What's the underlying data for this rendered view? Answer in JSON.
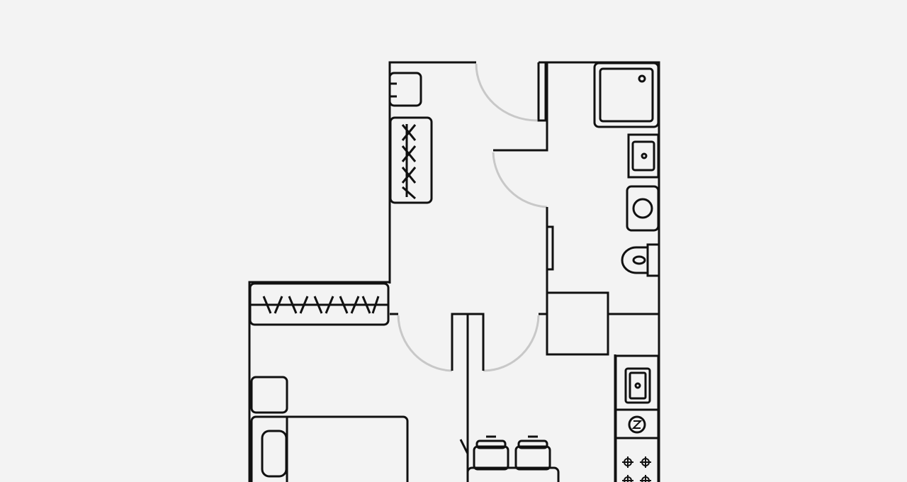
{
  "plan": {
    "colors": {
      "background": "#f3f3f3",
      "wall": "#111111",
      "door_swing": "#c8c8c8"
    },
    "rooms": [
      "hallway",
      "bathroom",
      "bedroom",
      "kitchen"
    ],
    "fixtures": {
      "hallway": [
        "stool",
        "wardrobe"
      ],
      "bathroom": [
        "shower-tray",
        "washbasin",
        "washing-machine",
        "toilet"
      ],
      "bedroom": [
        "wardrobe",
        "nightstand",
        "double-bed"
      ],
      "kitchen": [
        "sink",
        "fridge",
        "stove",
        "dining-table",
        "chair",
        "chair"
      ]
    },
    "door_count": 4
  }
}
